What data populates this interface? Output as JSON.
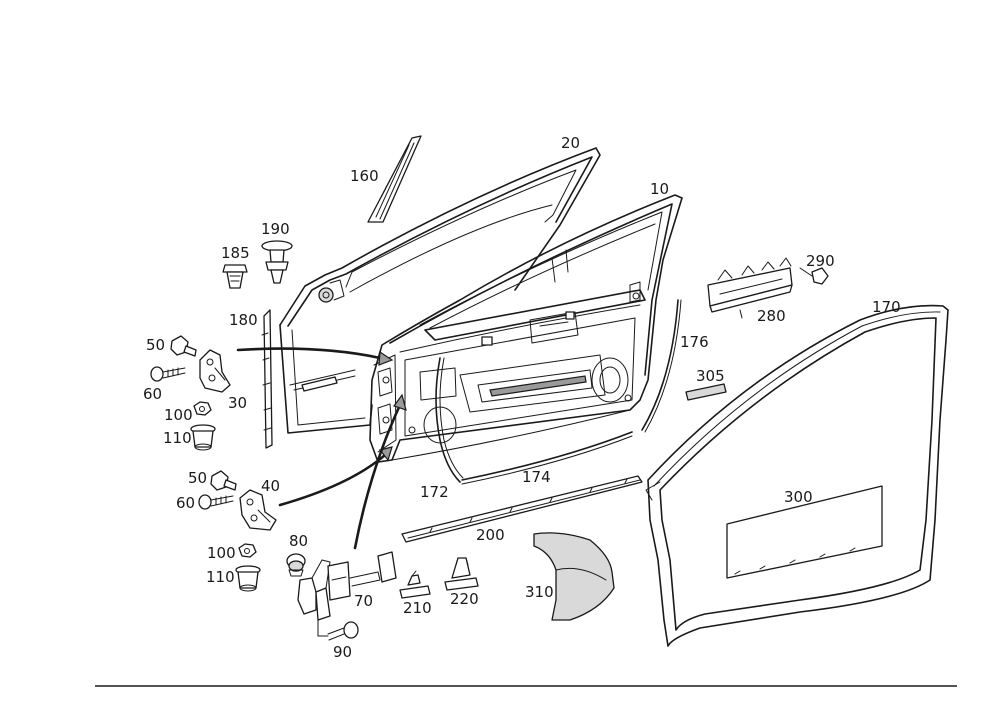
{
  "diagram": {
    "labels": {
      "p10": "10",
      "p20": "20",
      "p30": "30",
      "p40": "40",
      "p50a": "50",
      "p50b": "50",
      "p60a": "60",
      "p60b": "60",
      "p70": "70",
      "p80": "80",
      "p90": "90",
      "p100a": "100",
      "p100b": "100",
      "p110a": "110",
      "p110b": "110",
      "p160": "160",
      "p170": "170",
      "p172": "172",
      "p174": "174",
      "p176": "176",
      "p180": "180",
      "p185": "185",
      "p190": "190",
      "p200": "200",
      "p210": "210",
      "p220": "220",
      "p280": "280",
      "p290": "290",
      "p300": "300",
      "p305": "305",
      "p310": "310"
    }
  }
}
